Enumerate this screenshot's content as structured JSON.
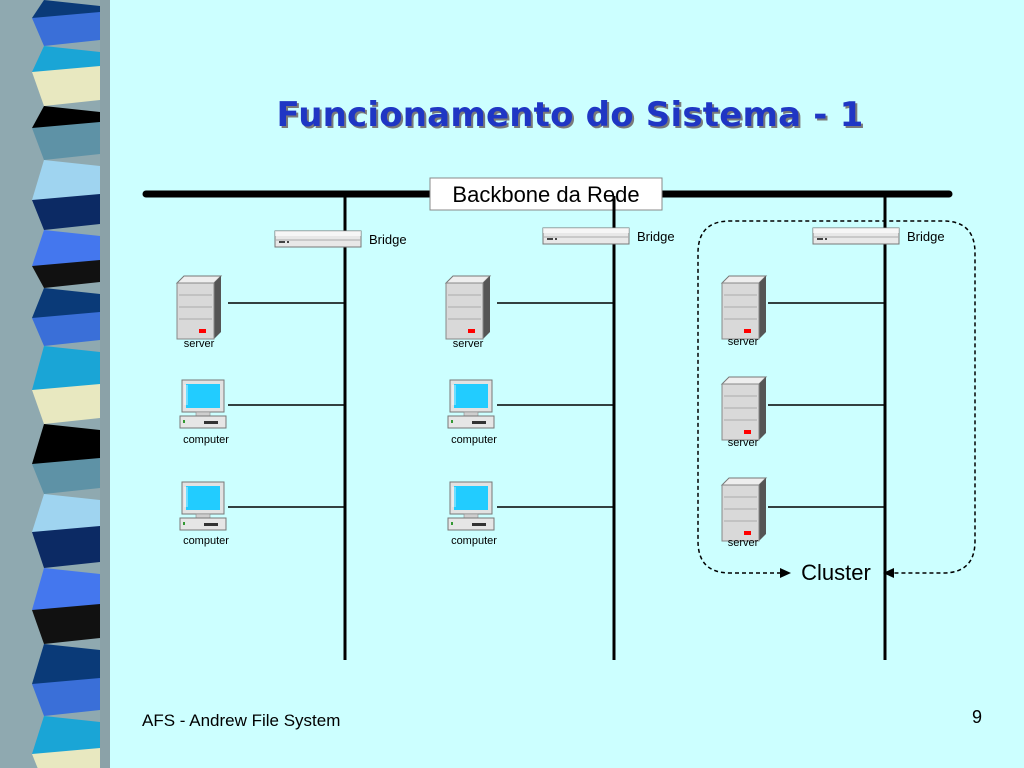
{
  "slide": {
    "title": "Funcionamento do Sistema - 1",
    "footer_left": "AFS - Andrew File System",
    "page_number": "9"
  },
  "diagram": {
    "backbone_label": "Backbone da Rede",
    "bridge_label": "Bridge",
    "server_label": "server",
    "computer_label": "computer",
    "cluster_label": "Cluster"
  },
  "colors": {
    "background": "#ccffff",
    "title": "#1f36c4",
    "line": "#000000",
    "screen": "#22ccff",
    "case": "#d8d8d8",
    "led": "#ff0000"
  }
}
